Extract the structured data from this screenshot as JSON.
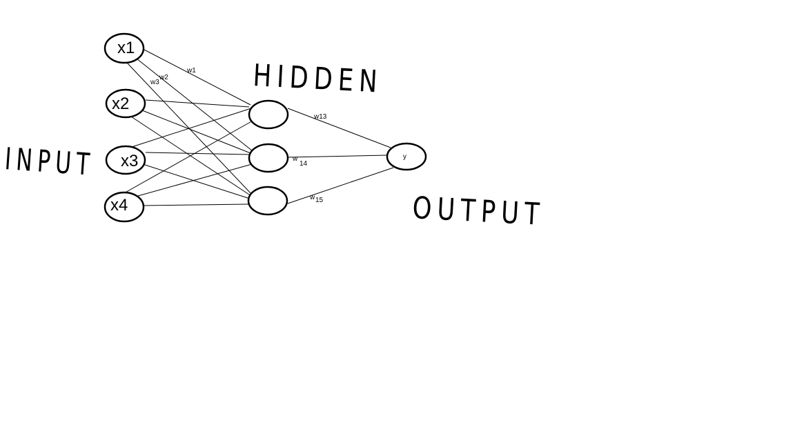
{
  "diagram": {
    "input_nodes": [
      {
        "id": "in1",
        "label": "x1"
      },
      {
        "id": "in2",
        "label": "x2"
      },
      {
        "id": "in3",
        "label": "x3"
      },
      {
        "id": "in4",
        "label": "x4"
      }
    ],
    "hidden_nodes": [
      {
        "id": "h1",
        "label": ""
      },
      {
        "id": "h2",
        "label": ""
      },
      {
        "id": "h3",
        "label": ""
      }
    ],
    "output_node": {
      "id": "out",
      "label": "y"
    },
    "edges": [
      {
        "from": "in1",
        "to": "h1"
      },
      {
        "from": "in1",
        "to": "h2"
      },
      {
        "from": "in1",
        "to": "h3"
      },
      {
        "from": "in2",
        "to": "h1"
      },
      {
        "from": "in2",
        "to": "h2"
      },
      {
        "from": "in2",
        "to": "h3"
      },
      {
        "from": "in3",
        "to": "h1"
      },
      {
        "from": "in3",
        "to": "h2"
      },
      {
        "from": "in3",
        "to": "h3"
      },
      {
        "from": "in4",
        "to": "h1"
      },
      {
        "from": "in4",
        "to": "h2"
      },
      {
        "from": "in4",
        "to": "h3"
      },
      {
        "from": "h1",
        "to": "out"
      },
      {
        "from": "h2",
        "to": "out"
      },
      {
        "from": "h3",
        "to": "out"
      }
    ],
    "weight_labels": {
      "w1": "w1",
      "w2": "w2",
      "w3": "w3",
      "w13": "w13",
      "w14_base": "w",
      "w14_sub": "14",
      "w15_base": "w",
      "w15_sub": "15"
    },
    "layer_labels": {
      "input": "INPUT",
      "hidden": "HIDDEN",
      "output": "OUTPUT"
    }
  }
}
